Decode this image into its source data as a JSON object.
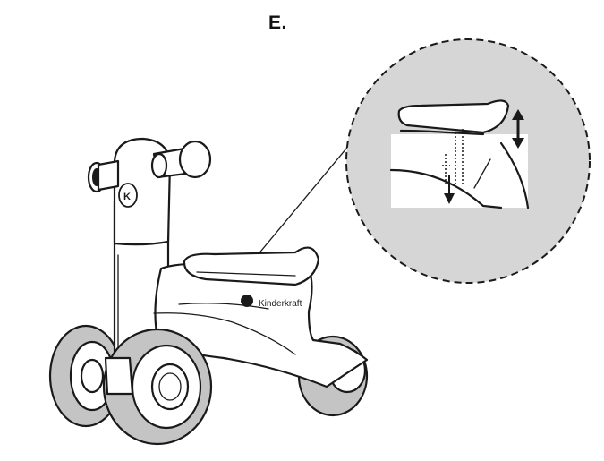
{
  "step": {
    "label": "E."
  },
  "bike": {
    "logo_mark": "K",
    "brand_name": "Kinderkraft"
  },
  "colors": {
    "ink": "#1a1a1a",
    "detail_background": "#d6d6d6",
    "tire_fill": "#c4c4c4",
    "paper": "#ffffff"
  },
  "icons": {
    "adjust_arrow": "double-vertical-arrow",
    "detail_view": "dashed-magnifier-circle"
  }
}
